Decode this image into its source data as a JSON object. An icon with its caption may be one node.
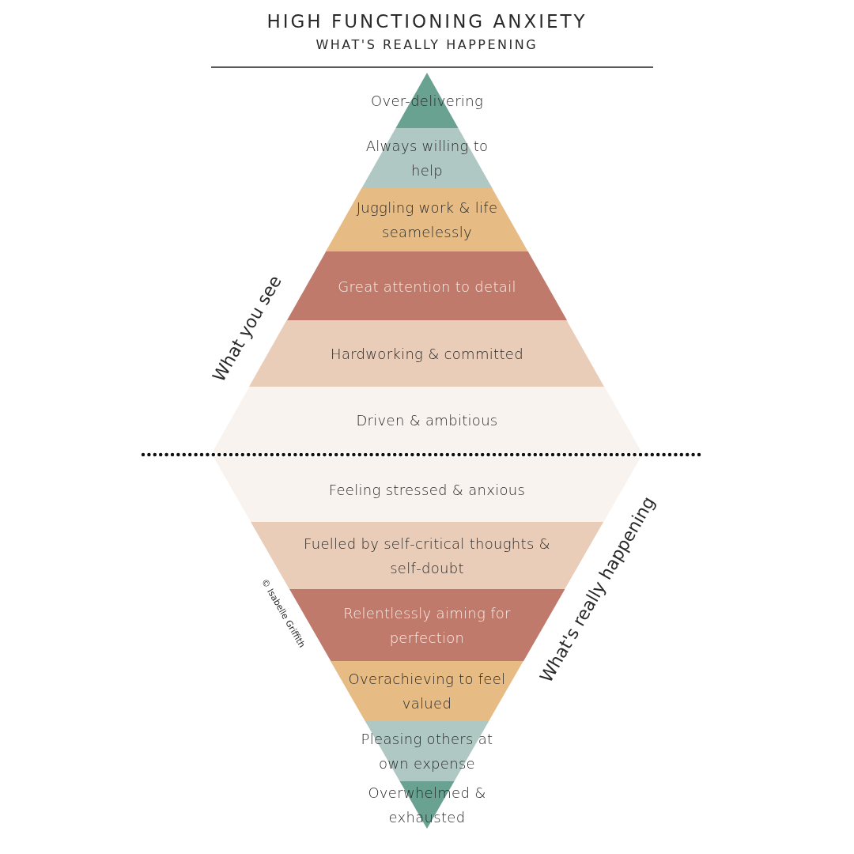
{
  "diagram": {
    "title": "HIGH FUNCTIONING ANXIETY",
    "nodes": [
      {
        "text": [
          "Over-delivering"
        ]
      },
      {
        "text": [
          "Always willing to help"
        ]
      },
      {
        "text": [
          "Juggling work & life seamelessly"
        ]
      },
      {
        "text": [
          "Great attention to detail"
        ]
      },
      {
        "text": [
          "Hardworking & committed"
        ]
      },
      {
        "text": [
          "Driven & ambitious"
        ]
      },
      {
        "text": [
          "Feeling stressed & anxious"
        ]
      },
      {
        "text": [
          "Fuelled by self-critical thoughts & self-doubt"
        ]
      },
      {
        "text": [
          "Relentlessly aiming for perfection"
        ]
      },
      {
        "text": [
          "Overachieving to feel valued"
        ]
      },
      {
        "text": [
          "Pleasing others at own expense"
        ]
      },
      {
        "text": [
          "Overwhelmed & exhausted"
        ]
      }
    ],
    "labels": [
      "WHAT'S REALLY HAPPENING",
      "What you see",
      "What's really happening",
      "© Isabelle Griffith"
    ]
  }
}
